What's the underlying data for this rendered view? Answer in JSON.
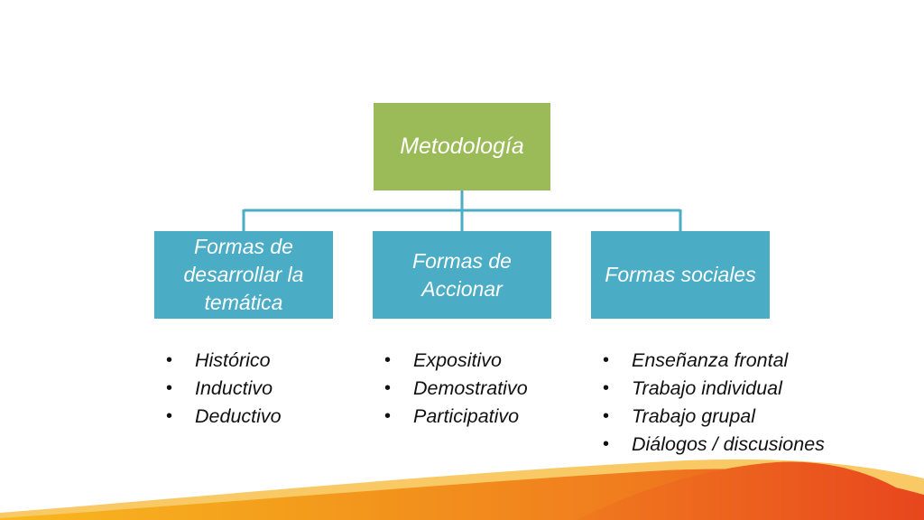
{
  "colors": {
    "root_fill": "#9bbb59",
    "child_fill": "#4bacc6",
    "connector": "#4bacc6",
    "wave_orange": "#f07a1e",
    "wave_red": "#e8461e",
    "wave_yellow": "#f8b81f"
  },
  "diagram": {
    "root": {
      "label": "Metodología"
    },
    "children": [
      {
        "label": "Formas de desarrollar la temática",
        "items": [
          "Histórico",
          "Inductivo",
          "Deductivo"
        ]
      },
      {
        "label": "Formas de Accionar",
        "items": [
          "Expositivo",
          "Demostrativo",
          "Participativo"
        ]
      },
      {
        "label": "Formas sociales",
        "items": [
          "Enseñanza frontal",
          "Trabajo individual",
          "Trabajo grupal",
          "Diálogos / discusiones"
        ]
      }
    ]
  }
}
